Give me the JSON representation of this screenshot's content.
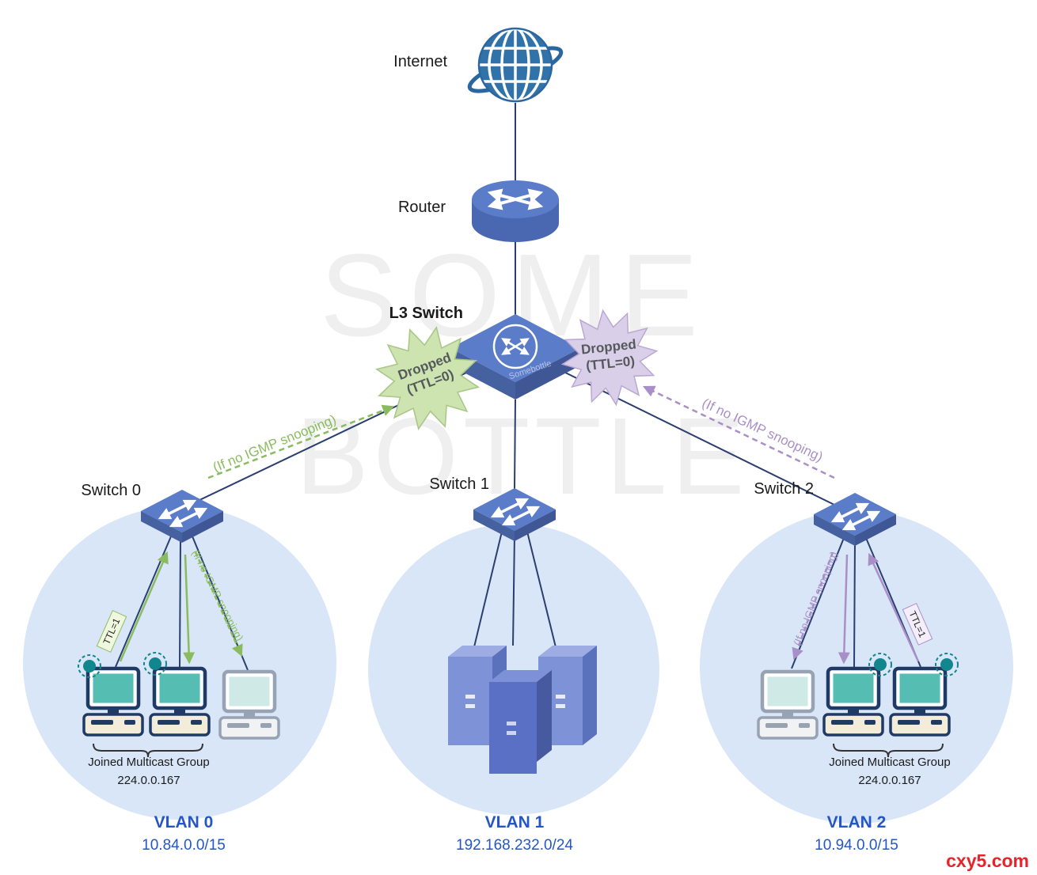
{
  "diagram": {
    "nodes": {
      "internet": "Internet",
      "router": "Router",
      "l3_switch": "L3 Switch",
      "switch0": "Switch 0",
      "switch1": "Switch 1",
      "switch2": "Switch 2"
    },
    "annotations": {
      "dropped_line1": "Dropped",
      "dropped_line2": "(TTL=0)",
      "if_no_igmp_snooping": "(If no IGMP snooping)",
      "ttl_1": "TTL=1"
    },
    "vlans": [
      {
        "name": "VLAN 0",
        "subnet": "10.84.0.0/15",
        "multicast_caption": "Joined Multicast Group",
        "multicast_group": "224.0.0.167"
      },
      {
        "name": "VLAN 1",
        "subnet": "192.168.232.0/24"
      },
      {
        "name": "VLAN 2",
        "subnet": "10.94.0.0/15",
        "multicast_caption": "Joined Multicast Group",
        "multicast_group": "224.0.0.167"
      }
    ],
    "watermark": {
      "line1": "SOME",
      "line2": "BOTTLE",
      "device_tag": "Somebottle"
    },
    "footer": {
      "site": "cxy5.com"
    },
    "colors": {
      "device_blue": "#5b7cc9",
      "device_blue_dark": "#46619f",
      "globe_blue": "#3173a9",
      "vlan_fill": "#d9e6f8",
      "link": "#2a3f6f",
      "green": "#8abc5f",
      "purple": "#a98fc7",
      "teal_dot": "#11868d",
      "screen_teal": "#56bdb2",
      "vlan_text": "#2456c4",
      "footer_red": "#e8232a",
      "star_green_fill": "#cde4b0",
      "star_purple_fill": "#dacfe8"
    }
  }
}
